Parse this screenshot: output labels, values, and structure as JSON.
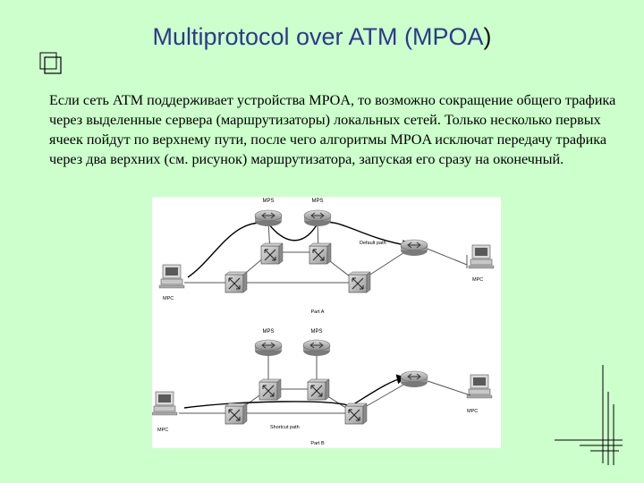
{
  "slide": {
    "title_main": "Multiprotocol over ATM (MPOA",
    "title_close": ")",
    "paragraph": "Если сеть ATM поддерживает устройства MPOA, то возможно сокращение общего трафика через выделенные сервера (маршрутизаторы) локальных сетей. Только несколько первых ячеек пойдут по верхнему пути, после чего алгоритмы MPOA исключат передачу трафика через два верхних (см. рисунок) маршрутизатора, запуская его сразу на оконечный."
  },
  "figure": {
    "part_a": {
      "mps_left": "MPS",
      "mps_right": "MPS",
      "path_label": "Default path",
      "mpc_left": "MPC",
      "mpc_right": "MPC",
      "caption": "Part A"
    },
    "part_b": {
      "mps_left": "MPS",
      "mps_right": "MPS",
      "path_label": "Shortcut path",
      "mpc_left": "MPC",
      "mpc_right": "MPC",
      "caption": "Part B"
    }
  }
}
